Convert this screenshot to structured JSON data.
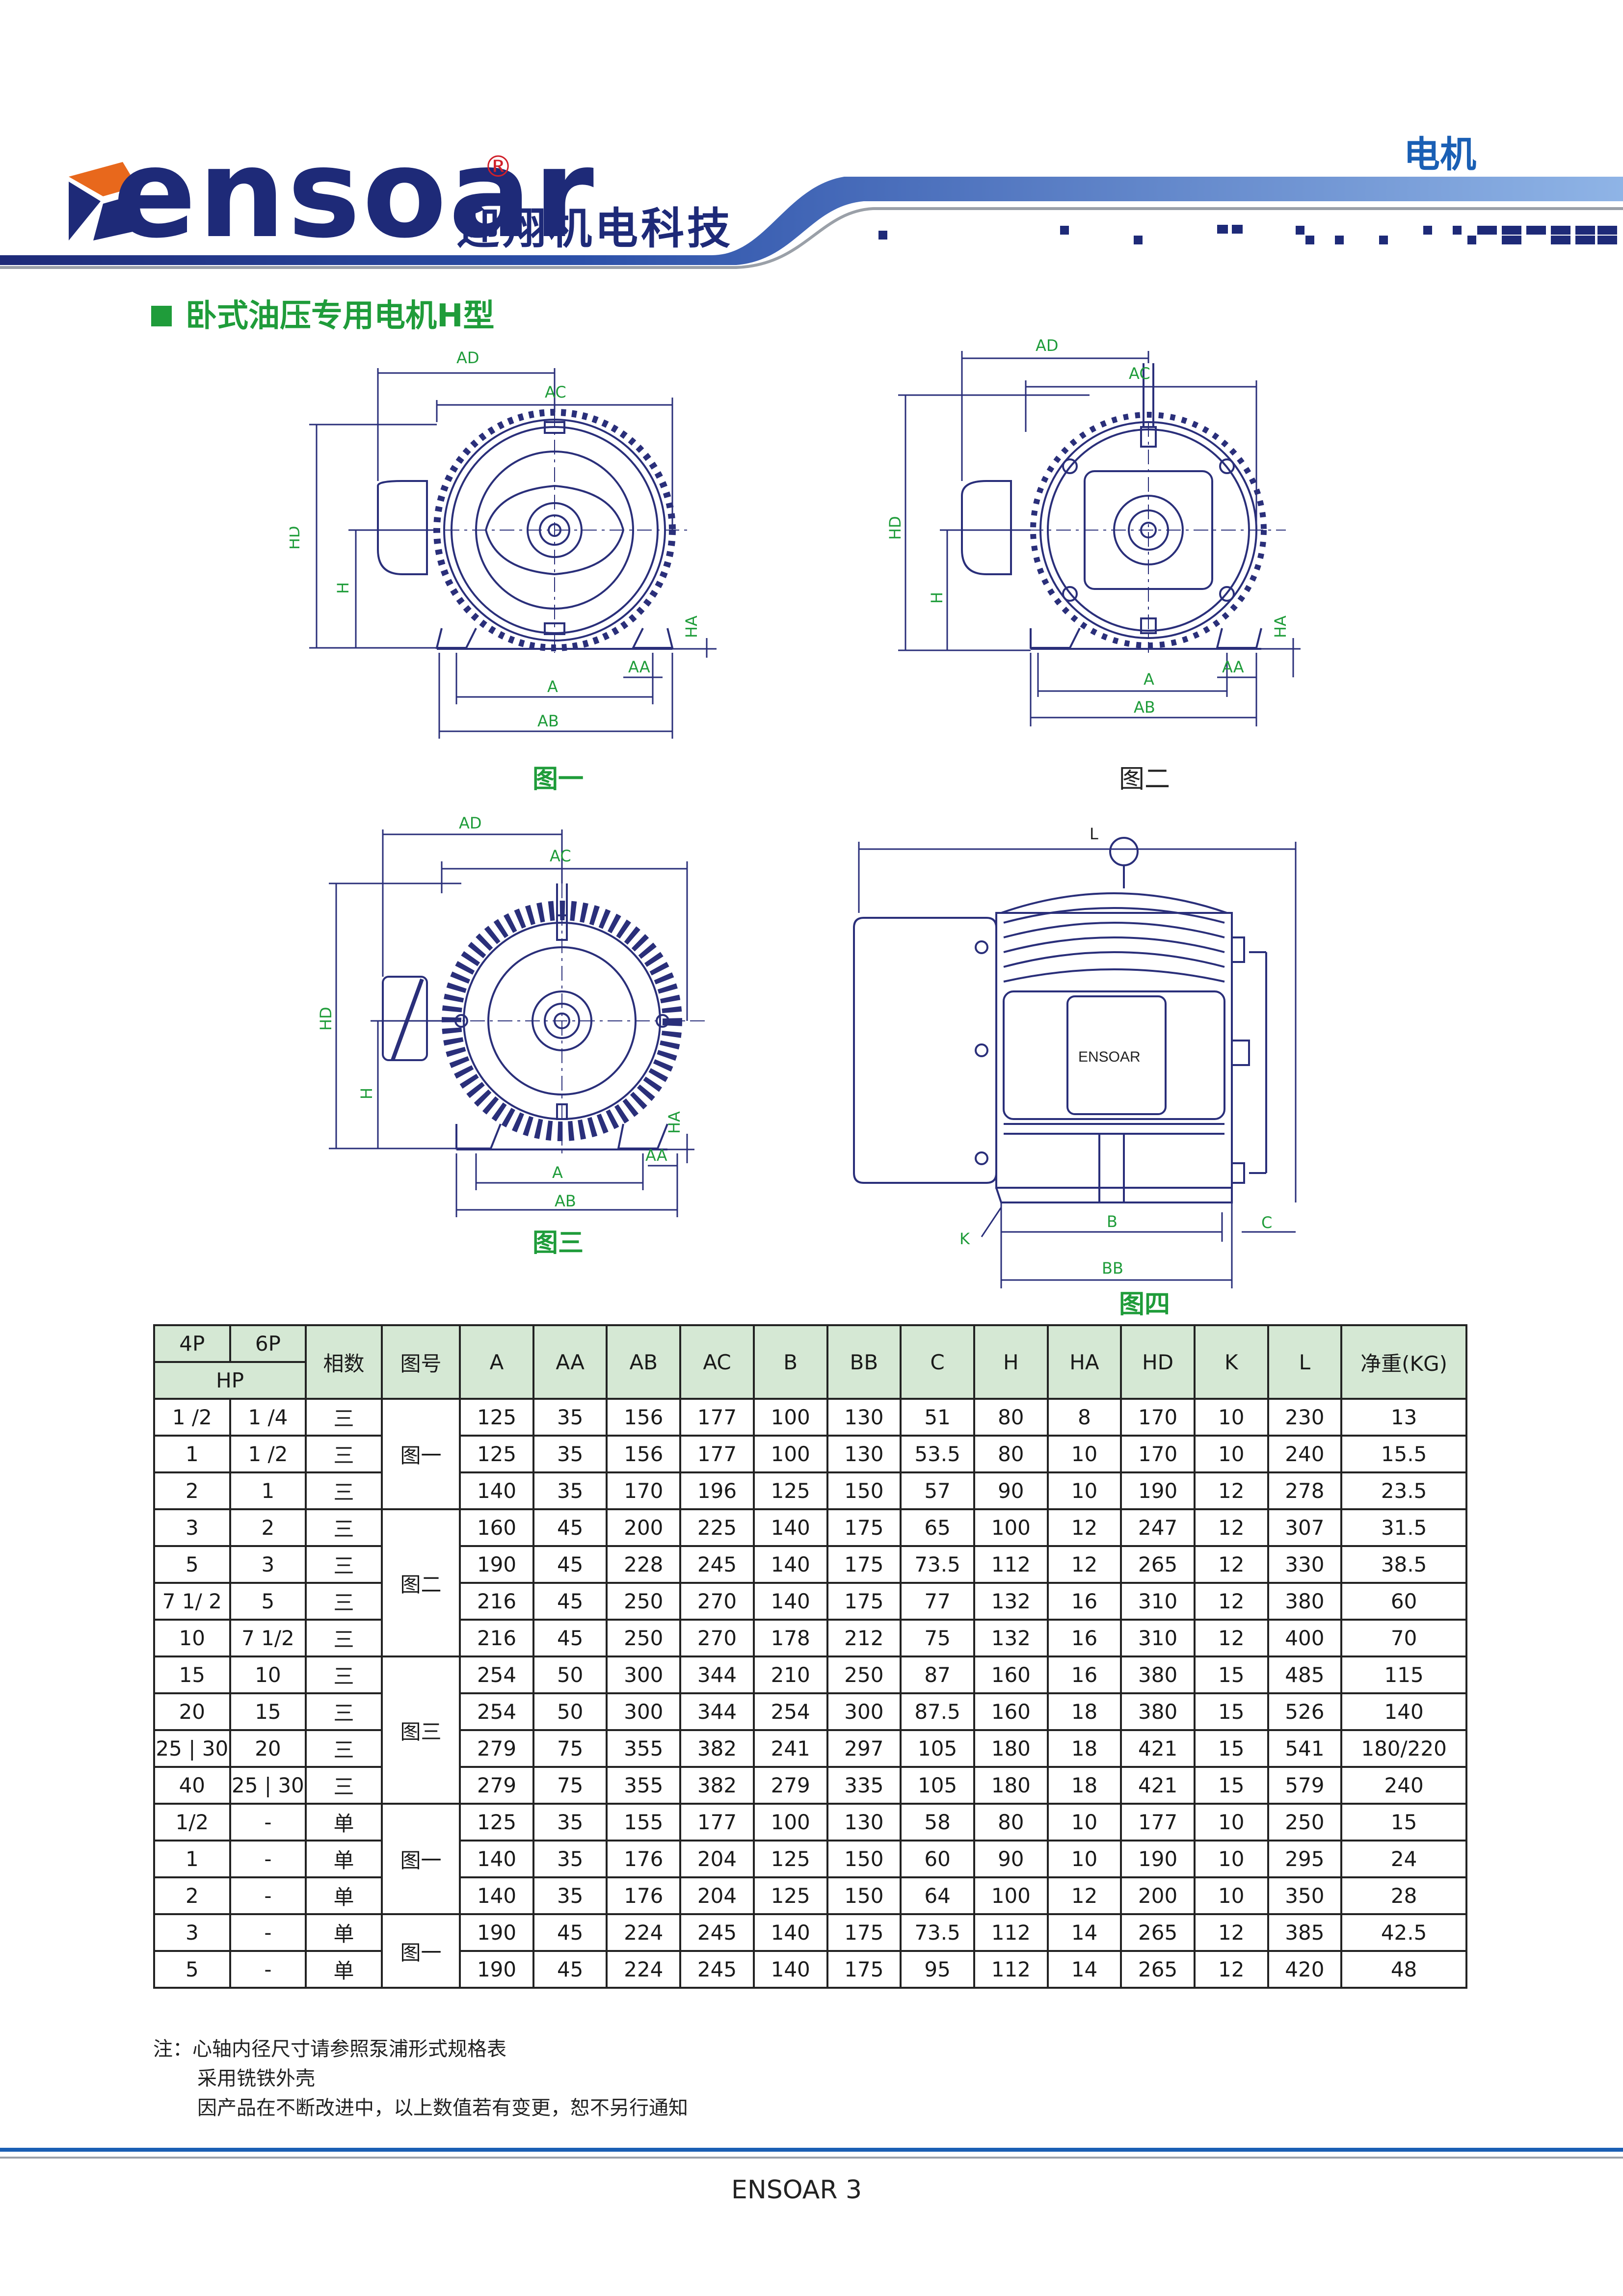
{
  "brand": {
    "logo_text": "ensoar",
    "logo_cn": "迎翔机电科技",
    "registered": "®",
    "category": "电机"
  },
  "section": {
    "title": "卧式油压专用电机H型"
  },
  "figures": {
    "fig1_caption": "图一",
    "fig2_caption": "图二",
    "fig3_caption": "图三",
    "fig4_caption": "图四",
    "motor_label": "ENSOAR",
    "dims": {
      "AD": "AD",
      "AC": "AC",
      "HD": "HD",
      "H": "H",
      "HA": "HA",
      "AA": "AA",
      "A": "A",
      "AB": "AB",
      "L": "L",
      "B": "B",
      "BB": "BB",
      "C": "C",
      "K": "K"
    }
  },
  "table": {
    "header": {
      "p4": "4P",
      "p6": "6P",
      "hp": "HP",
      "phase": "相数",
      "figure": "图号",
      "cols": [
        "A",
        "AA",
        "AB",
        "AC",
        "B",
        "BB",
        "C",
        "H",
        "HA",
        "HD",
        "K",
        "L",
        "净重(KG)"
      ]
    },
    "rows": [
      {
        "p4": "1 /2",
        "p6": "1 /4",
        "phase": "三",
        "fig": "图一",
        "vals": [
          "125",
          "35",
          "156",
          "177",
          "100",
          "130",
          "51",
          "80",
          "8",
          "170",
          "10",
          "230",
          "13"
        ]
      },
      {
        "p4": "1",
        "p6": "1 /2",
        "phase": "三",
        "fig": "",
        "vals": [
          "125",
          "35",
          "156",
          "177",
          "100",
          "130",
          "53.5",
          "80",
          "10",
          "170",
          "10",
          "240",
          "15.5"
        ]
      },
      {
        "p4": "2",
        "p6": "1",
        "phase": "三",
        "fig": "",
        "vals": [
          "140",
          "35",
          "170",
          "196",
          "125",
          "150",
          "57",
          "90",
          "10",
          "190",
          "12",
          "278",
          "23.5"
        ]
      },
      {
        "p4": "3",
        "p6": "2",
        "phase": "三",
        "fig": "图二",
        "vals": [
          "160",
          "45",
          "200",
          "225",
          "140",
          "175",
          "65",
          "100",
          "12",
          "247",
          "12",
          "307",
          "31.5"
        ]
      },
      {
        "p4": "5",
        "p6": "3",
        "phase": "三",
        "fig": "",
        "vals": [
          "190",
          "45",
          "228",
          "245",
          "140",
          "175",
          "73.5",
          "112",
          "12",
          "265",
          "12",
          "330",
          "38.5"
        ]
      },
      {
        "p4": "7 1/ 2",
        "p6": "5",
        "phase": "三",
        "fig": "",
        "vals": [
          "216",
          "45",
          "250",
          "270",
          "140",
          "175",
          "77",
          "132",
          "16",
          "310",
          "12",
          "380",
          "60"
        ]
      },
      {
        "p4": "10",
        "p6": "7 1/2",
        "phase": "三",
        "fig": "",
        "vals": [
          "216",
          "45",
          "250",
          "270",
          "178",
          "212",
          "75",
          "132",
          "16",
          "310",
          "12",
          "400",
          "70"
        ]
      },
      {
        "p4": "15",
        "p6": "10",
        "phase": "三",
        "fig": "图三",
        "vals": [
          "254",
          "50",
          "300",
          "344",
          "210",
          "250",
          "87",
          "160",
          "16",
          "380",
          "15",
          "485",
          "115"
        ]
      },
      {
        "p4": "20",
        "p6": "15",
        "phase": "三",
        "fig": "",
        "vals": [
          "254",
          "50",
          "300",
          "344",
          "254",
          "300",
          "87.5",
          "160",
          "18",
          "380",
          "15",
          "526",
          "140"
        ]
      },
      {
        "p4": "25 | 30",
        "p6": "20",
        "phase": "三",
        "fig": "",
        "vals": [
          "279",
          "75",
          "355",
          "382",
          "241",
          "297",
          "105",
          "180",
          "18",
          "421",
          "15",
          "541",
          "180/220"
        ]
      },
      {
        "p4": "40",
        "p6": "25 | 30",
        "phase": "三",
        "fig": "",
        "vals": [
          "279",
          "75",
          "355",
          "382",
          "279",
          "335",
          "105",
          "180",
          "18",
          "421",
          "15",
          "579",
          "240"
        ]
      },
      {
        "p4": "1/2",
        "p6": "-",
        "phase": "单",
        "fig": "图一",
        "vals": [
          "125",
          "35",
          "155",
          "177",
          "100",
          "130",
          "58",
          "80",
          "10",
          "177",
          "10",
          "250",
          "15"
        ]
      },
      {
        "p4": "1",
        "p6": "-",
        "phase": "单",
        "fig": "",
        "vals": [
          "140",
          "35",
          "176",
          "204",
          "125",
          "150",
          "60",
          "90",
          "10",
          "190",
          "10",
          "295",
          "24"
        ]
      },
      {
        "p4": "2",
        "p6": "-",
        "phase": "单",
        "fig": "",
        "vals": [
          "140",
          "35",
          "176",
          "204",
          "125",
          "150",
          "64",
          "100",
          "12",
          "200",
          "10",
          "350",
          "28"
        ]
      },
      {
        "p4": "3",
        "p6": "-",
        "phase": "单",
        "fig": "图一",
        "vals": [
          "190",
          "45",
          "224",
          "245",
          "140",
          "175",
          "73.5",
          "112",
          "14",
          "265",
          "12",
          "385",
          "42.5"
        ]
      },
      {
        "p4": "5",
        "p6": "-",
        "phase": "单",
        "fig": "",
        "vals": [
          "190",
          "45",
          "224",
          "245",
          "140",
          "175",
          "95",
          "112",
          "14",
          "265",
          "12",
          "420",
          "48"
        ]
      }
    ]
  },
  "notes": {
    "line1": "注：心轴内径尺寸请参照泵浦形式规格表",
    "line2": "采用铣铁外壳",
    "line3": "因产品在不断改进中，以上数值若有变更，恕不另行通知"
  },
  "footer": {
    "text": "ENSOAR 3"
  },
  "colors": {
    "brand_blue": "#1e2a78",
    "accent_green": "#1f9c3a",
    "header_blue": "#1a5fb4",
    "table_header_bg": "#d5e8d4"
  }
}
